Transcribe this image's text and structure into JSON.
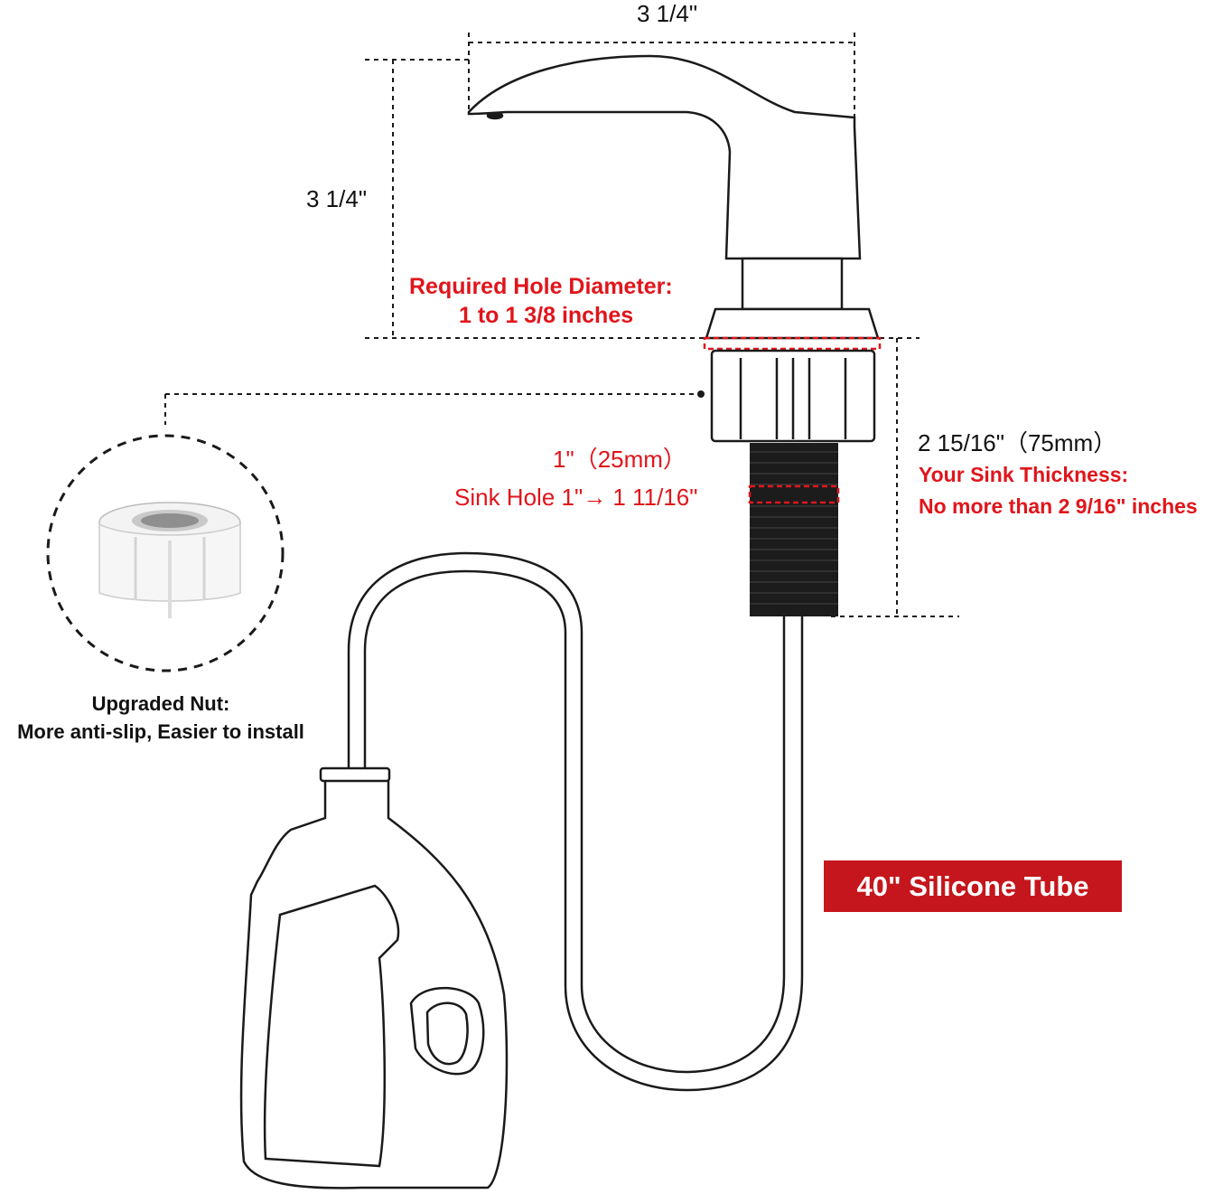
{
  "colors": {
    "line": "#1a1a1a",
    "accent_red": "#e0151b",
    "badge_bg": "#c4161c",
    "badge_text": "#ffffff"
  },
  "dimensions": {
    "top_width": "3 1/4\"",
    "spout_height": "3 1/4\"",
    "shank_length": "2 15/16\"（75mm）",
    "shank_diameter": "1\"（25mm）"
  },
  "notes": {
    "hole_diameter_title": "Required Hole Diameter:",
    "hole_diameter_value": "1 to 1 3/8 inches",
    "sink_hole": "Sink Hole 1\"→ 1 11/16\"",
    "sink_thickness_title": "Your Sink Thickness:",
    "sink_thickness_value": "No more than 2 9/16\" inches"
  },
  "nut": {
    "title": "Upgraded Nut:",
    "description": "More anti-slip, Easier to install"
  },
  "tube_badge": "40\" Silicone Tube",
  "icons": [
    "soap-pump-head",
    "threaded-shank",
    "mounting-nut",
    "silicone-tube",
    "soap-bottle"
  ]
}
